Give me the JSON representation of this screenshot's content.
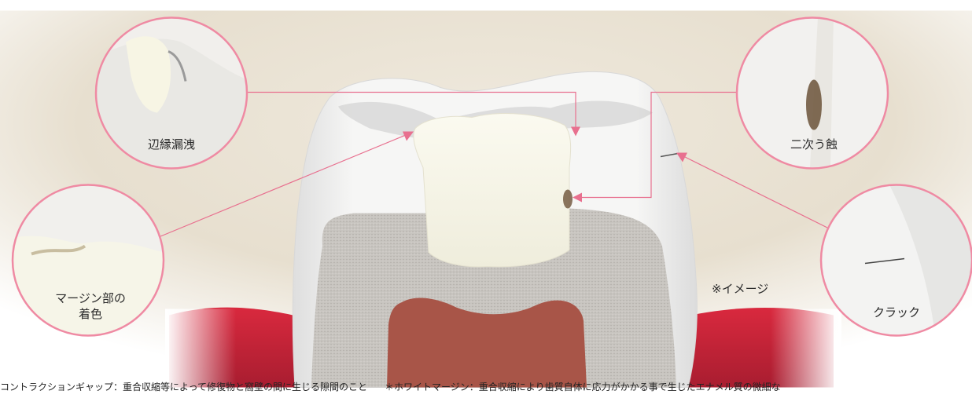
{
  "callouts": {
    "marginal_leakage": "辺縁漏洩",
    "secondary_caries": "二次う蝕",
    "margin_staining_line1": "マージン部の",
    "margin_staining_line2": "着色",
    "crack": "クラック"
  },
  "note": "※イメージ",
  "caption": {
    "contraction_gap": "コントラクションギャップ：重合収縮等によって修復物と窩壁の間に生じる隙間のこと",
    "white_margin": "＊ホワイトマージン：重合収縮により歯質自体に応力がかかる事で生じたエナメル質の微細な"
  },
  "colors": {
    "callout_ring": "#ef8aa3",
    "callout_line": "#e8708f",
    "gum": "#c8283a",
    "pulp": "#a85548",
    "dentin": "#c9c6c1",
    "enamel": "#f3f3f1",
    "restoration": "#f4f2e4"
  }
}
